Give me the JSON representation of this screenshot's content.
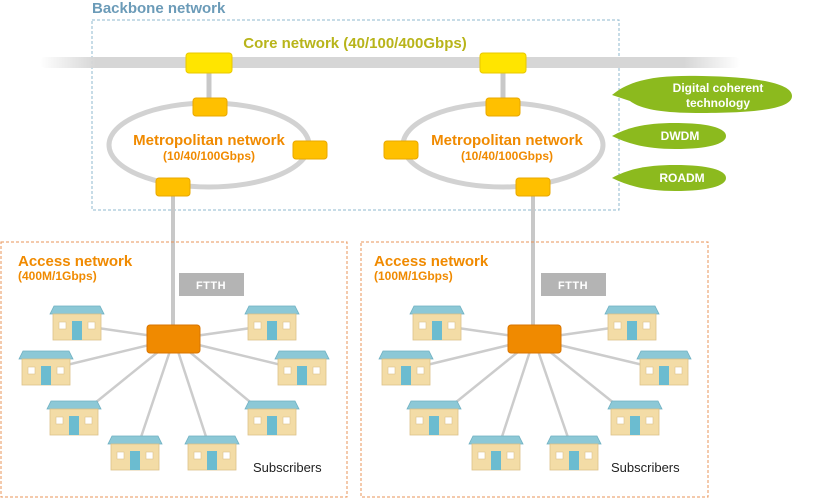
{
  "backbone": {
    "title": "Backbone network"
  },
  "core": {
    "label": "Core network (40/100/400Gbps)"
  },
  "metro": [
    {
      "name": "Metropolitan network",
      "speed": "(10/40/100Gbps)"
    },
    {
      "name": "Metropolitan network",
      "speed": "(10/40/100Gbps)"
    }
  ],
  "technologies": [
    {
      "line1": "Digital coherent",
      "line2": "technology"
    },
    {
      "line1": "DWDM",
      "line2": ""
    },
    {
      "line1": "ROADM",
      "line2": ""
    }
  ],
  "access": [
    {
      "name": "Access network",
      "speed": "(400M/1Gbps)",
      "ftth": "FTTH",
      "subscribers": "Subscribers"
    },
    {
      "name": "Access network",
      "speed": "(100M/1Gbps)",
      "ftth": "FTTH",
      "subscribers": "Subscribers"
    }
  ],
  "colors": {
    "backbone_border": "#8fb8cf",
    "access_border": "#e8955a",
    "node_yellow": "#ffe500",
    "node_orange": "#ffc000",
    "hub_orange": "#f08a00",
    "tech_green": "#8cba1e",
    "link_gray": "#c8c8c8"
  }
}
